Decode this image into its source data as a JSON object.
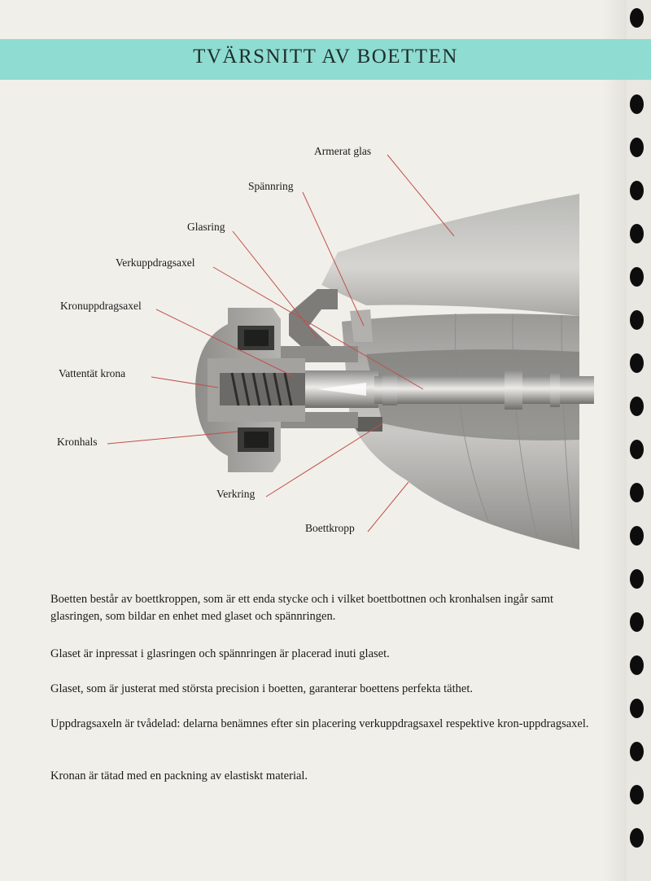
{
  "header": {
    "title": "TVÄRSNITT AV BOETTEN"
  },
  "labels": {
    "armerat_glas": "Armerat glas",
    "spannring": "Spännring",
    "glasring": "Glasring",
    "verkuppdragsaxel": "Verkuppdragsaxel",
    "kronuppdragsaxel": "Kronuppdragsaxel",
    "vattentat_krona": "Vattentät krona",
    "kronhals": "Kronhals",
    "verkring": "Verkring",
    "boettkropp": "Boettkropp"
  },
  "paragraphs": {
    "p1": "Boetten består av boettkroppen, som är ett enda stycke och i vilket boettbottnen och kronhalsen ingår samt glasringen, som bildar en enhet med glaset och spännringen.",
    "p2": "Glaset är inpressat i glasringen och spännringen är placerad inuti glaset.",
    "p3": "Glaset, som är justerat med största precision i boetten, garanterar boettens perfekta täthet.",
    "p4": "Uppdragsaxeln är tvådelad: delarna benämnes efter sin placering verkuppdragsaxel respektive kron-uppdragsaxel.",
    "p5": "Kronan är tätad med en packning av elastiskt material."
  },
  "colors": {
    "banner": "#8fdcd2",
    "leader_lines": "#c0504d",
    "paper": "#f1efe9"
  }
}
